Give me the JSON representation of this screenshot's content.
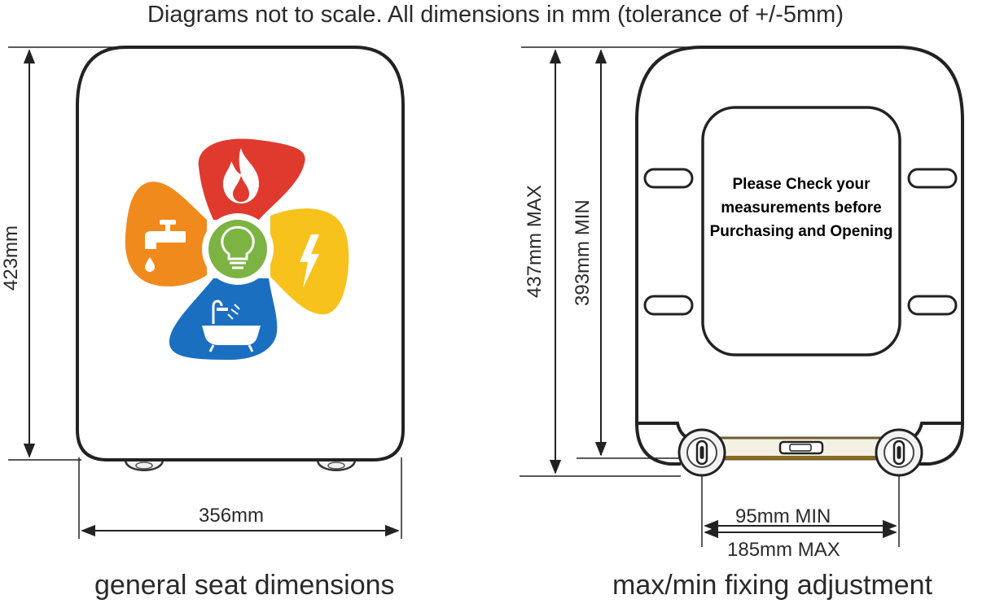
{
  "header": {
    "text": "Diagrams not to scale. All dimensions in mm (tolerance of +/-5mm)"
  },
  "left_diagram": {
    "height_label": "423mm",
    "width_label": "356mm",
    "caption": "general seat dimensions",
    "logo": {
      "petals": [
        {
          "icon": "fire-icon",
          "color": "#e03a2f"
        },
        {
          "icon": "lightning-icon",
          "color": "#f7c21c"
        },
        {
          "icon": "bathtub-shower-icon",
          "color": "#1b6fc0"
        },
        {
          "icon": "tap-icon",
          "color": "#f18a1d"
        }
      ],
      "center": {
        "icon": "lightbulb-icon",
        "color": "#7cb342"
      }
    }
  },
  "right_diagram": {
    "max_height_label": "437mm MAX",
    "min_height_label": "393mm MIN",
    "notice": "Please Check your measurements before Purchasing and Opening",
    "fixing_min_label": "95mm MIN",
    "fixing_max_label": "185mm MAX",
    "caption": "max/min fixing adjustment"
  }
}
